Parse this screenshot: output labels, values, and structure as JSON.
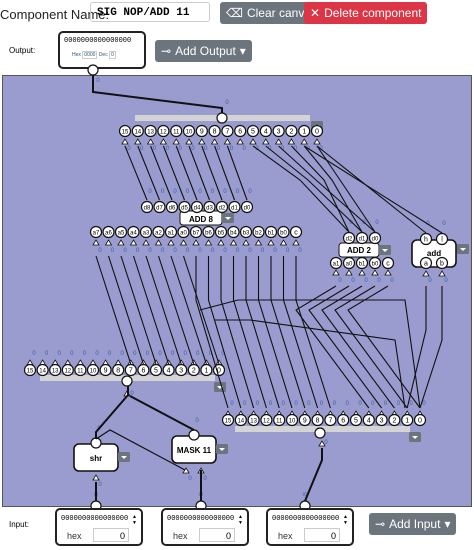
{
  "header": {
    "component_name_label": "Component Name:",
    "component_name_value": "SIG NOP/ADD 11",
    "clear_label": "Clear canvas",
    "delete_label": "Delete component"
  },
  "output": {
    "label": "Output:",
    "bits": "0000000000000000",
    "hex_label": "Hex",
    "hex_value": "0000",
    "dec_label": "Dec",
    "dec_value": "0",
    "add_label": "Add Output"
  },
  "input": {
    "label": "Input:",
    "add_label": "Add Input",
    "boxes": [
      {
        "bits": "0000000000000000",
        "hex_label": "hex",
        "value": "0"
      },
      {
        "bits": "0000000000000000",
        "hex_label": "hex",
        "value": "0"
      },
      {
        "bits": "0000000000000000",
        "hex_label": "hex",
        "value": "0"
      }
    ]
  },
  "canvas": {
    "bus_numbers": [
      "15",
      "14",
      "13",
      "12",
      "11",
      "10",
      "9",
      "8",
      "7",
      "6",
      "5",
      "4",
      "3",
      "2",
      "1",
      "0"
    ],
    "components": {
      "add8": "ADD 8",
      "add2": "ADD 2",
      "add": "add",
      "shr": "shr",
      "mask": "MASK 11"
    },
    "add8_top": [
      "d8",
      "d7",
      "d6",
      "d5",
      "d4",
      "d3",
      "d2",
      "d1",
      "d0"
    ],
    "add8_bottom": [
      "a7",
      "a6",
      "a5",
      "a4",
      "a3",
      "a2",
      "a1",
      "a0",
      "b7",
      "b6",
      "b5",
      "b4",
      "b3",
      "b2",
      "b1",
      "b0",
      "c"
    ],
    "add2_top": [
      "d2",
      "d1",
      "d0"
    ],
    "add2_bottom": [
      "a1",
      "a0",
      "b1",
      "b0",
      "c"
    ],
    "add_top": [
      "h",
      "l"
    ],
    "add_bottom": [
      "a",
      "b"
    ],
    "zero": "0",
    "input_tag": "i0"
  },
  "colors": {
    "canvas_bg": "#9a9ccf",
    "button_gray": "#6c757d",
    "button_red": "#dc3545",
    "pin_value": "#3a5fa0"
  }
}
